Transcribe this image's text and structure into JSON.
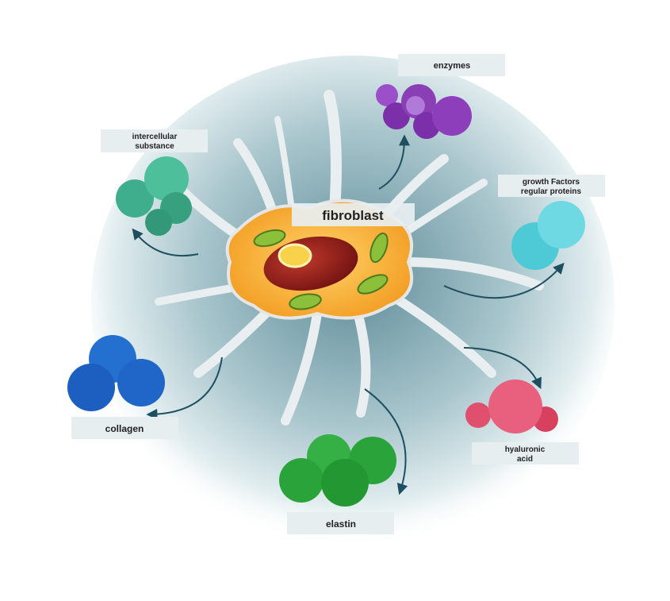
{
  "title": "fibroblast",
  "products": [
    {
      "id": "enzymes",
      "lines": [
        "enzymes"
      ],
      "color": "#8a3fb5"
    },
    {
      "id": "intercellular-substance",
      "lines": [
        "intercellular",
        "substance"
      ],
      "color": "#3fae8c"
    },
    {
      "id": "growth-factors",
      "lines": [
        "growth Factors",
        "regular proteins"
      ],
      "color": "#4ec9d6"
    },
    {
      "id": "collagen",
      "lines": [
        "collagen"
      ],
      "color": "#1c5fc0"
    },
    {
      "id": "elastin",
      "lines": [
        "elastin"
      ],
      "color": "#2aa33a"
    },
    {
      "id": "hyaluronic-acid",
      "lines": [
        "hyaluronic",
        "acid"
      ],
      "color": "#e0506e"
    }
  ],
  "colors": {
    "arrow": "#1d4f60",
    "cell": "#f4a62a",
    "nucleus": "#8b1e1e",
    "background": "#8fb3bd"
  }
}
